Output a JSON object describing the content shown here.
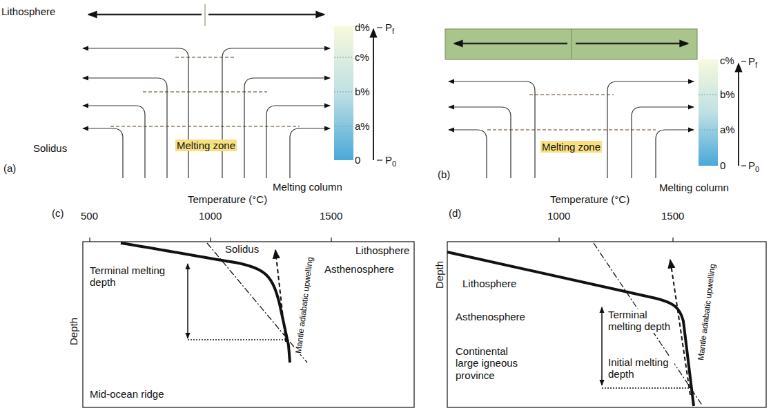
{
  "diagram": {
    "nodes": [
      {
        "text": [
          "Lithosphere"
        ]
      },
      {
        "text": [
          "Melting zone"
        ]
      },
      {
        "text": [
          "Melting zone"
        ]
      },
      {
        "text": [
          "Lithosphere"
        ]
      },
      {
        "text": [
          "Lithosphere"
        ]
      }
    ],
    "labels": [
      "Solidus",
      "d%",
      "c%",
      "b%",
      "a%",
      "0",
      "P",
      "f",
      "P",
      "0",
      "(a)",
      "Melting column",
      "c%",
      "b%",
      "a%",
      "0",
      "P",
      "f",
      "P",
      "0",
      "(b)",
      "Melting column",
      "(c)",
      "Temperature (°C)",
      "500",
      "1000",
      "1500",
      "Solidus",
      "Asthenosphere",
      "Terminal melting depth",
      "Mantle adiabatic upwelling",
      "Depth",
      "Mid-ocean ridge",
      "(d)",
      "Temperature (°C)",
      "1000",
      "1500",
      "Asthenosphere",
      "Terminal melting depth",
      "Initial melting depth",
      "Continental large igneous province",
      "Mantle adiabatic upwelling",
      "Depth"
    ]
  }
}
